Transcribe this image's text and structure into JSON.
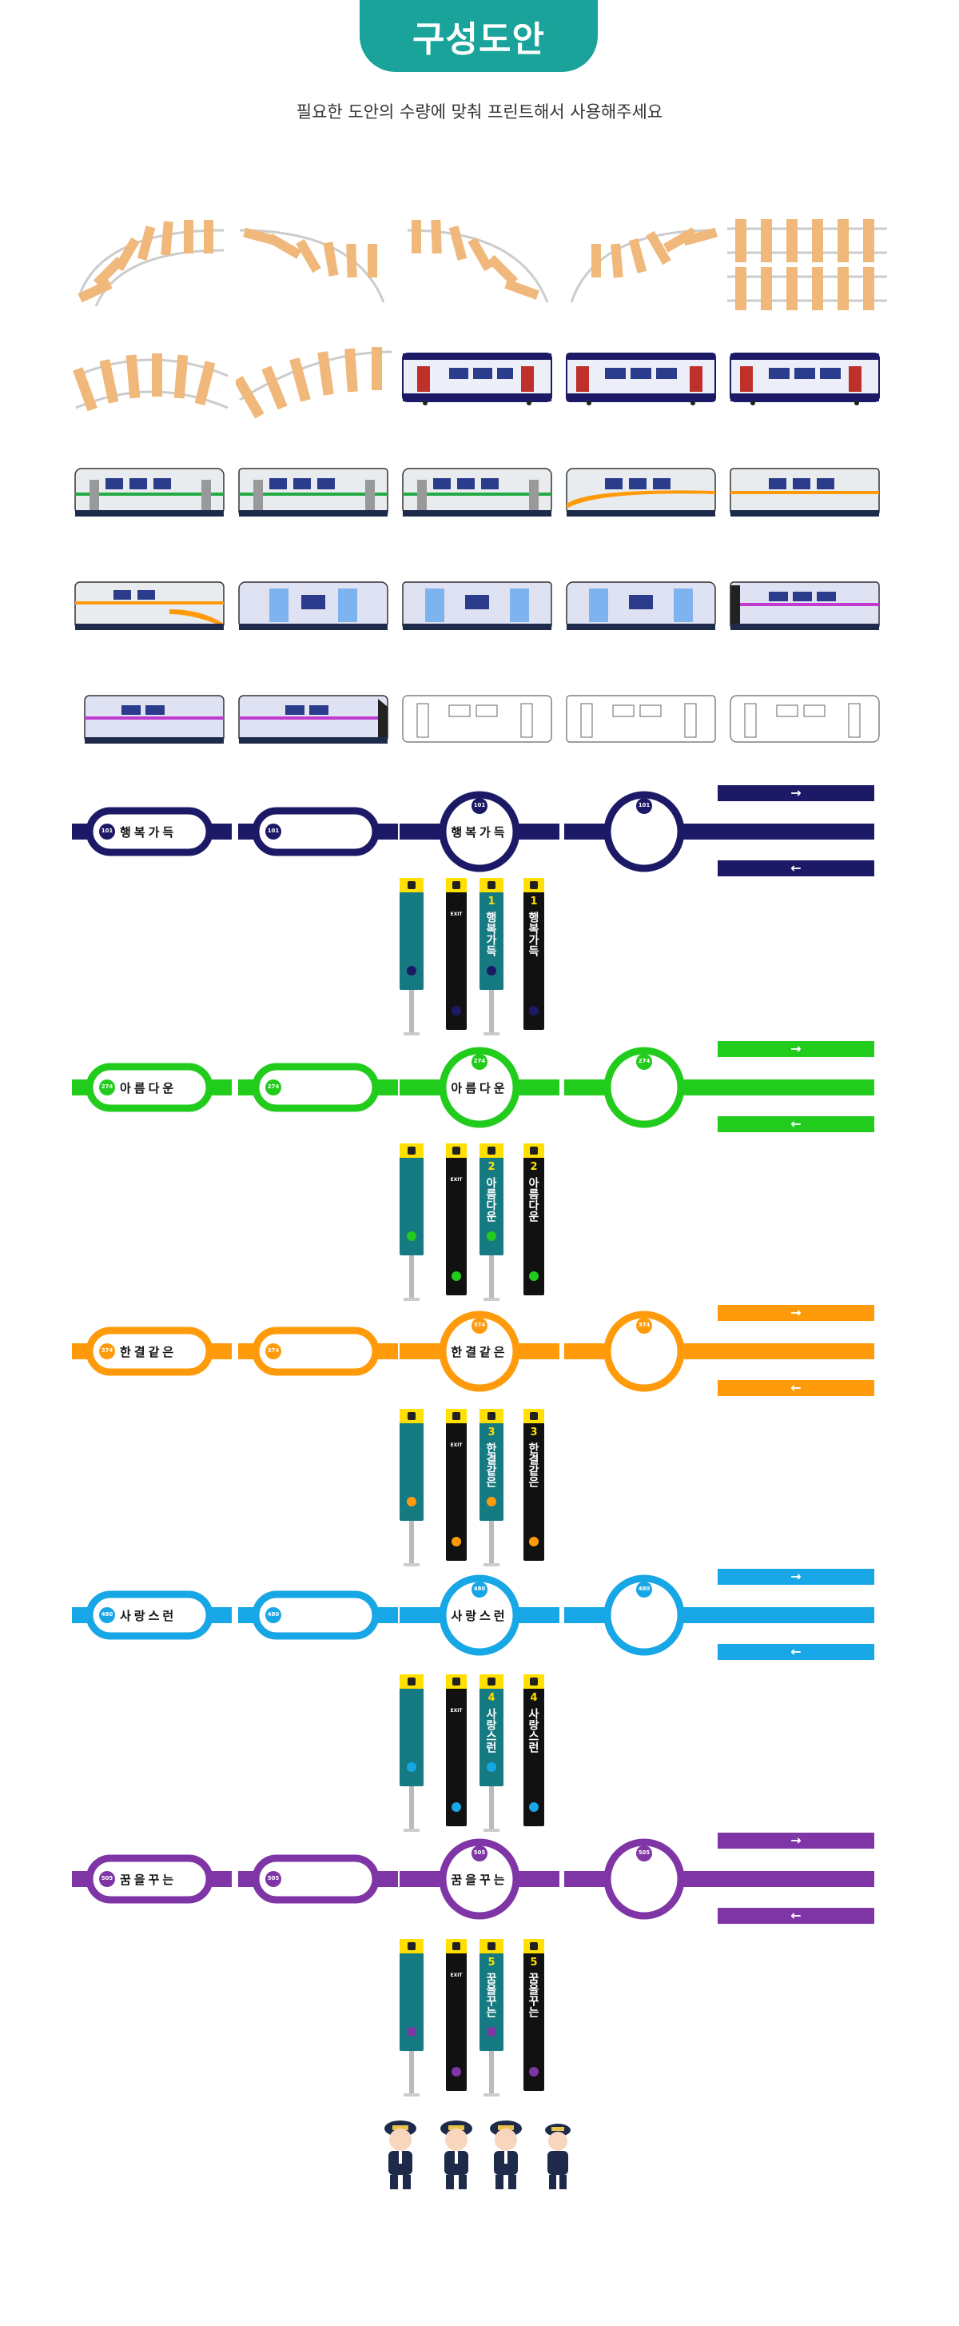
{
  "header": {
    "title": "구성도안",
    "subtitle": "필요한 도안의 수량에 맞춰 프린트해서 사용해주세요"
  },
  "lines": [
    {
      "number": "101",
      "name": "행복가득",
      "color": "#1c1a66",
      "line_digit": "1"
    },
    {
      "number": "274",
      "name": "아름다운",
      "color": "#22cc1c",
      "line_digit": "2"
    },
    {
      "number": "374",
      "name": "한결같은",
      "color": "#ff9a0a",
      "line_digit": "3"
    },
    {
      "number": "480",
      "name": "사랑스런",
      "color": "#17a6e6",
      "line_digit": "4"
    },
    {
      "number": "505",
      "name": "꿈을꾸는",
      "color": "#7f35a5",
      "line_digit": "5"
    }
  ],
  "sign": {
    "exit_label": "EXIT"
  },
  "direction_arrows": {
    "right": "→",
    "left": "←"
  },
  "colors": {
    "accent": "#1aa39a",
    "rail": "#f0b87a",
    "sign_teal": "#157a82",
    "sign_black": "#111111",
    "sign_yellow": "#ffe000"
  }
}
